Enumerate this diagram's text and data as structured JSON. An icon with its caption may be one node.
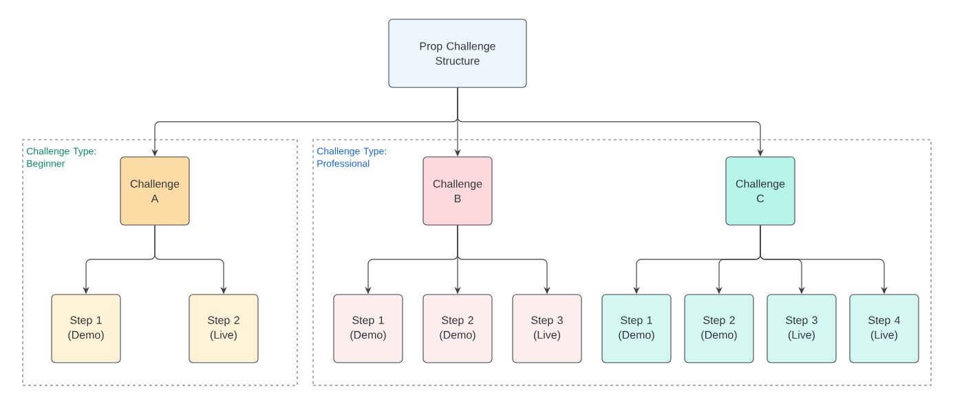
{
  "diagram": {
    "nodes": [
      {
        "text": [
          "Prop Challenge Structure"
        ]
      },
      {
        "text": [
          "Challenge Type: Beginner"
        ]
      },
      {
        "text": [
          "Challenge Type: Professional"
        ]
      },
      {
        "text": [
          "Challenge A"
        ],
        "in": 1
      },
      {
        "text": [
          "Step 1 (Demo)"
        ],
        "in": 1
      },
      {
        "text": [
          "Step 2 (Live)"
        ],
        "in": 1
      },
      {
        "text": [
          "Challenge B"
        ],
        "in": 2
      },
      {
        "text": [
          "Challenge C"
        ],
        "in": 2
      },
      {
        "text": [
          "Step 1 (Demo)"
        ],
        "in": 2
      },
      {
        "text": [
          "Step 2 (Demo)"
        ],
        "in": 2
      },
      {
        "text": [
          "Step 3 (Live)"
        ],
        "in": 2
      },
      {
        "text": [
          "Step 1 (Demo)"
        ],
        "in": 2
      },
      {
        "text": [
          "Step 2 (Demo)"
        ],
        "in": 2
      },
      {
        "text": [
          "Step 3 (Live)"
        ],
        "in": 2
      },
      {
        "text": [
          "Step 4 (Live)"
        ],
        "in": 2
      }
    ],
    "edges": [
      {
        "from": 0,
        "to": 3,
        "arrow": "to"
      },
      {
        "from": 0,
        "to": 6,
        "arrow": "to"
      },
      {
        "from": 0,
        "to": 7,
        "arrow": "to"
      },
      {
        "from": 3,
        "to": 4,
        "arrow": "to"
      },
      {
        "from": 3,
        "to": 5,
        "arrow": "to"
      },
      {
        "from": 6,
        "to": 8,
        "arrow": "to"
      },
      {
        "from": 6,
        "to": 9,
        "arrow": "to"
      },
      {
        "from": 6,
        "to": 10,
        "arrow": "to"
      },
      {
        "from": 7,
        "to": 11,
        "arrow": "to"
      },
      {
        "from": 7,
        "to": 12,
        "arrow": "to"
      },
      {
        "from": 7,
        "to": 13,
        "arrow": "to"
      },
      {
        "from": 7,
        "to": 14,
        "arrow": "to"
      }
    ]
  }
}
